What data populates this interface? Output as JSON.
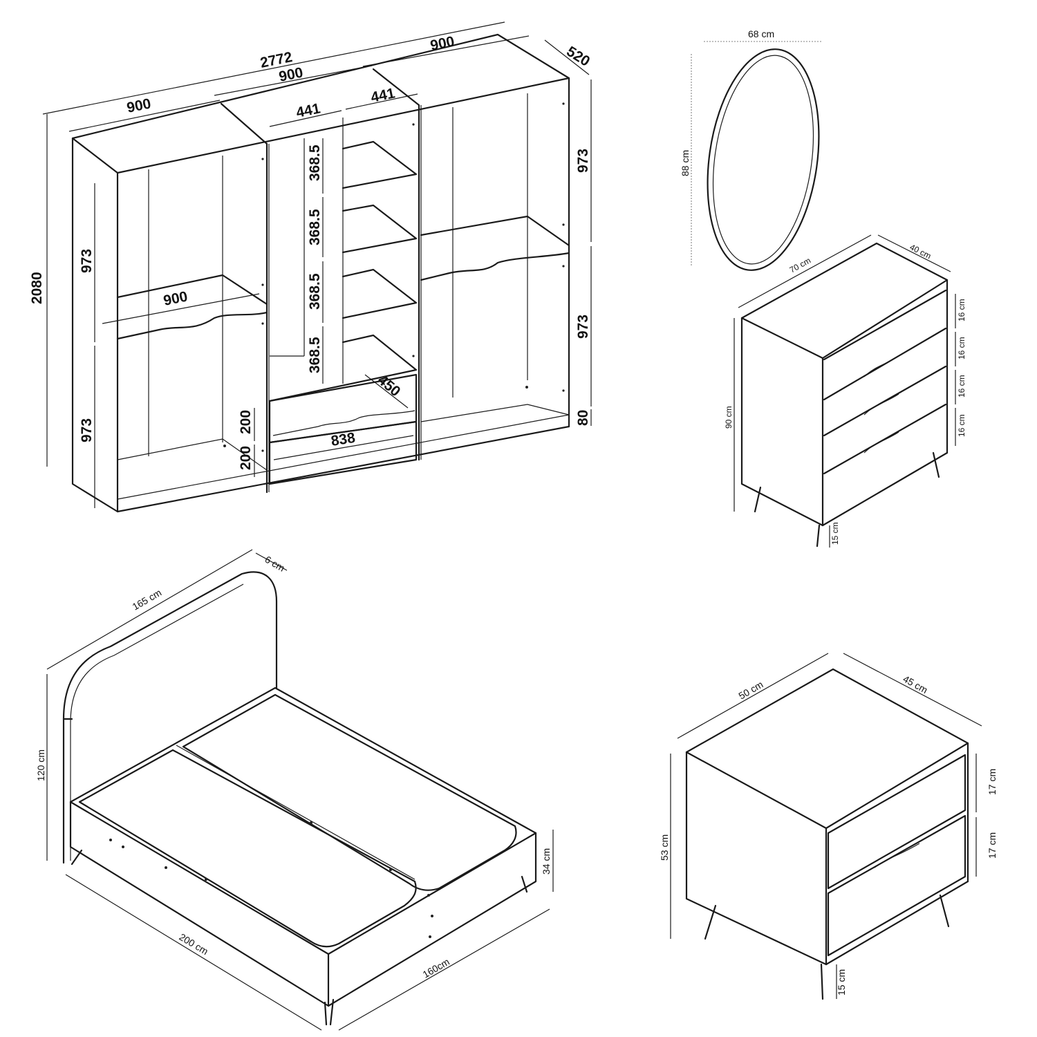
{
  "wardrobe": {
    "total_width": "2772",
    "section_left": "900",
    "section_middle": "900",
    "section_right": "900",
    "depth": "520",
    "height": "2080",
    "inner_left": "441",
    "inner_right": "441",
    "left_upper": "973",
    "left_lower": "973",
    "rail_width": "900",
    "right_upper": "973",
    "right_lower": "973",
    "plinth": "80",
    "shelf_1": "368.5",
    "shelf_2": "368.5",
    "shelf_3": "368.5",
    "shelf_4": "368.5",
    "drawer_depth": "450",
    "drawer_width": "838",
    "drawer_height_top": "200",
    "drawer_height_bottom": "200"
  },
  "mirror": {
    "width": "68 cm",
    "height": "88 cm"
  },
  "dresser": {
    "width": "70 cm",
    "depth": "40 cm",
    "height": "90 cm",
    "drawer_1": "16 cm",
    "drawer_2": "16 cm",
    "drawer_3": "16 cm",
    "drawer_4": "16 cm",
    "leg": "15 cm"
  },
  "bed": {
    "headboard_width": "165 cm",
    "headboard_thickness": "6 cm",
    "headboard_height": "120 cm",
    "frame_height": "34 cm",
    "length": "200 cm",
    "width": "160cm"
  },
  "nightstand": {
    "width": "50 cm",
    "depth": "45 cm",
    "height": "53 cm",
    "drawer_top": "17 cm",
    "drawer_bottom": "17 cm",
    "leg": "15 cm"
  }
}
